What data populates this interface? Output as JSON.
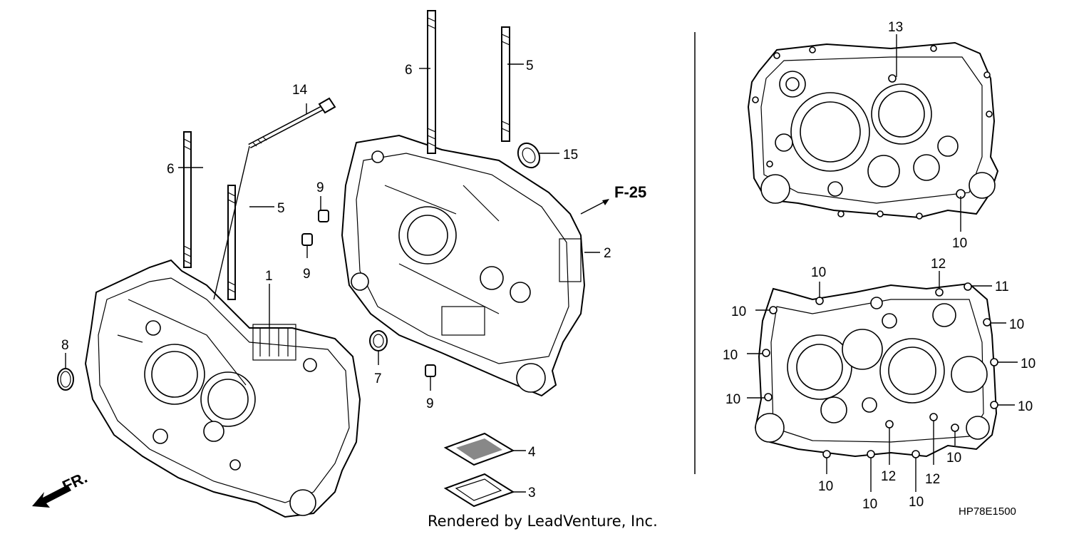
{
  "diagram": {
    "callouts": {
      "c14": "14",
      "c6_left": "6",
      "c5_left": "5",
      "c1": "1",
      "c8": "8",
      "c6_center": "6",
      "c5_center": "5",
      "c15": "15",
      "c9_top": "9",
      "c9_mid": "9",
      "c2": "2",
      "c7": "7",
      "c9_bottom": "9",
      "c4": "4",
      "c3": "3",
      "c13": "13",
      "c10_top": "10",
      "c10_a": "10",
      "c12_a": "12",
      "c11": "11",
      "c10_b": "10",
      "c10_c": "10",
      "c10_d": "10",
      "c10_e": "10",
      "c10_f": "10",
      "c10_g": "10",
      "c10_h": "10",
      "c10_i": "10",
      "c10_j": "10",
      "c12_b": "12",
      "c12_c": "12"
    },
    "reference_label": "F-25",
    "front_label": "FR.",
    "diagram_code": "HP78E1500",
    "credit": "Rendered by LeadVenture, Inc."
  }
}
